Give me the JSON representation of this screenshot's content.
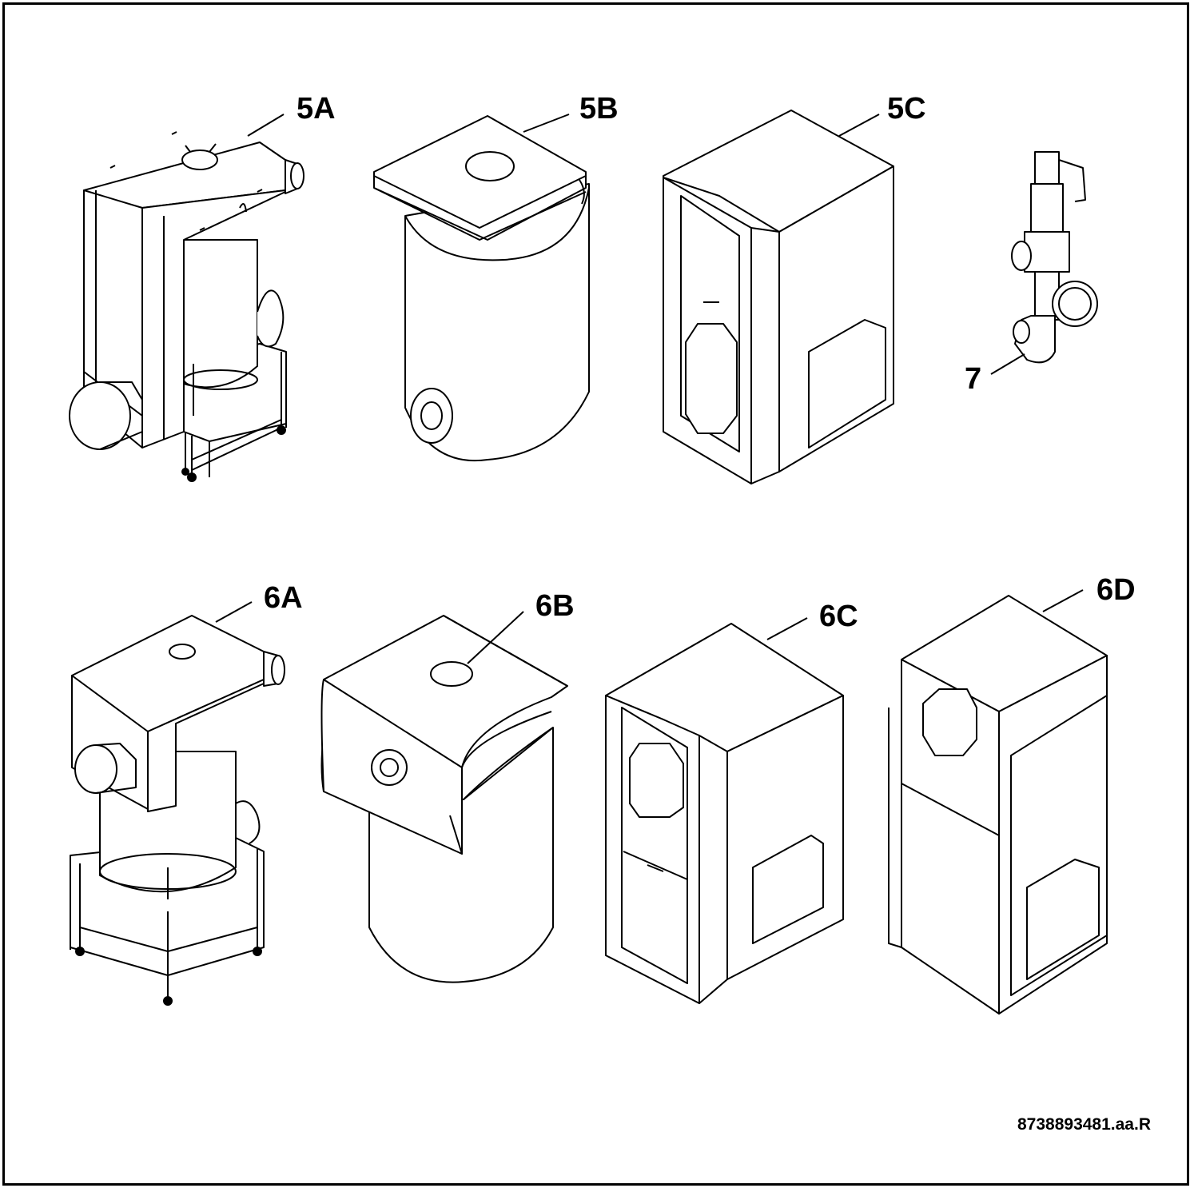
{
  "figure": {
    "parts": [
      {
        "id": "5a",
        "label": "5A",
        "icon": "boiler-with-stand"
      },
      {
        "id": "5b",
        "label": "5B",
        "icon": "cylinder-with-lid"
      },
      {
        "id": "5c",
        "label": "5C",
        "icon": "cabinet-casing"
      },
      {
        "id": "7",
        "label": "7",
        "icon": "safety-valve-with-gauge"
      },
      {
        "id": "6a",
        "label": "6A",
        "icon": "boiler-with-stand"
      },
      {
        "id": "6b",
        "label": "6B",
        "icon": "cylinder-with-hood"
      },
      {
        "id": "6c",
        "label": "6C",
        "icon": "cabinet-casing"
      },
      {
        "id": "6d",
        "label": "6D",
        "icon": "cabinet-casing-tall"
      }
    ],
    "document_id": "8738893481.aa.R"
  }
}
